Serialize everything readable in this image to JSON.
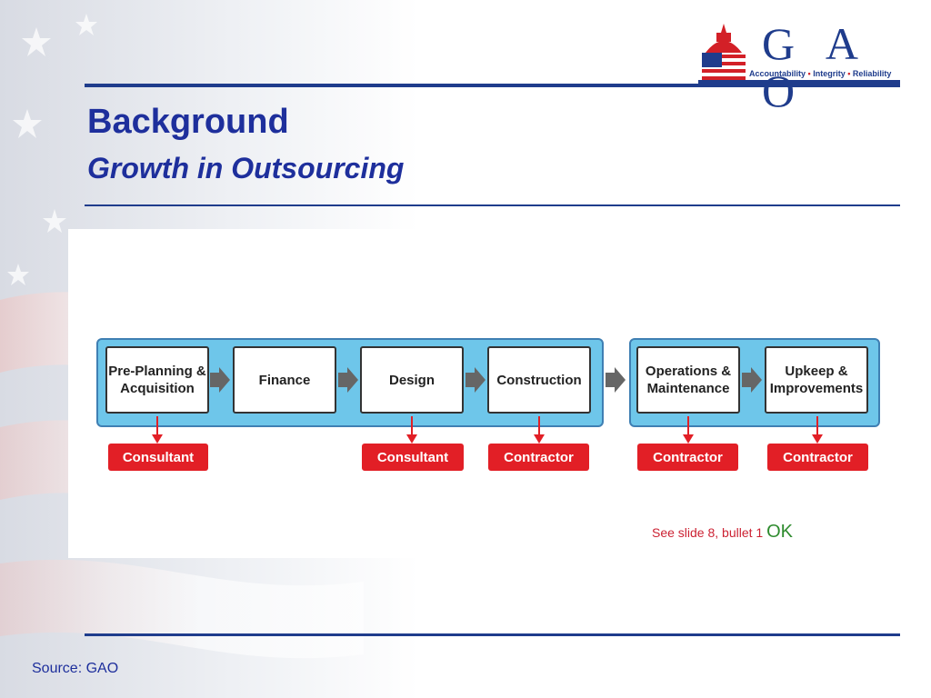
{
  "logo": {
    "letters": "G A O",
    "tagline_parts": [
      "Accountability",
      "•",
      "Integrity",
      "•",
      "Reliability"
    ]
  },
  "slide": {
    "title": "Background",
    "subtitle": "Growth in Outsourcing",
    "note_text": "See slide 8, bullet 1",
    "note_ok": "OK",
    "source": "Source: GAO"
  },
  "diagram": {
    "stages": [
      {
        "label": "Pre-Planning & Acquisition",
        "actor": "Consultant"
      },
      {
        "label": "Finance",
        "actor": ""
      },
      {
        "label": "Design",
        "actor": "Consultant"
      },
      {
        "label": "Construction",
        "actor": "Contractor"
      },
      {
        "label": "Operations & Maintenance",
        "actor": "Contractor"
      },
      {
        "label": "Upkeep & Improvements",
        "actor": "Contractor"
      }
    ],
    "colors": {
      "group_fill": "#6ec6ea",
      "actor_fill": "#e21f26",
      "arrow": "#666666",
      "title_blue": "#1e2f9c"
    }
  }
}
